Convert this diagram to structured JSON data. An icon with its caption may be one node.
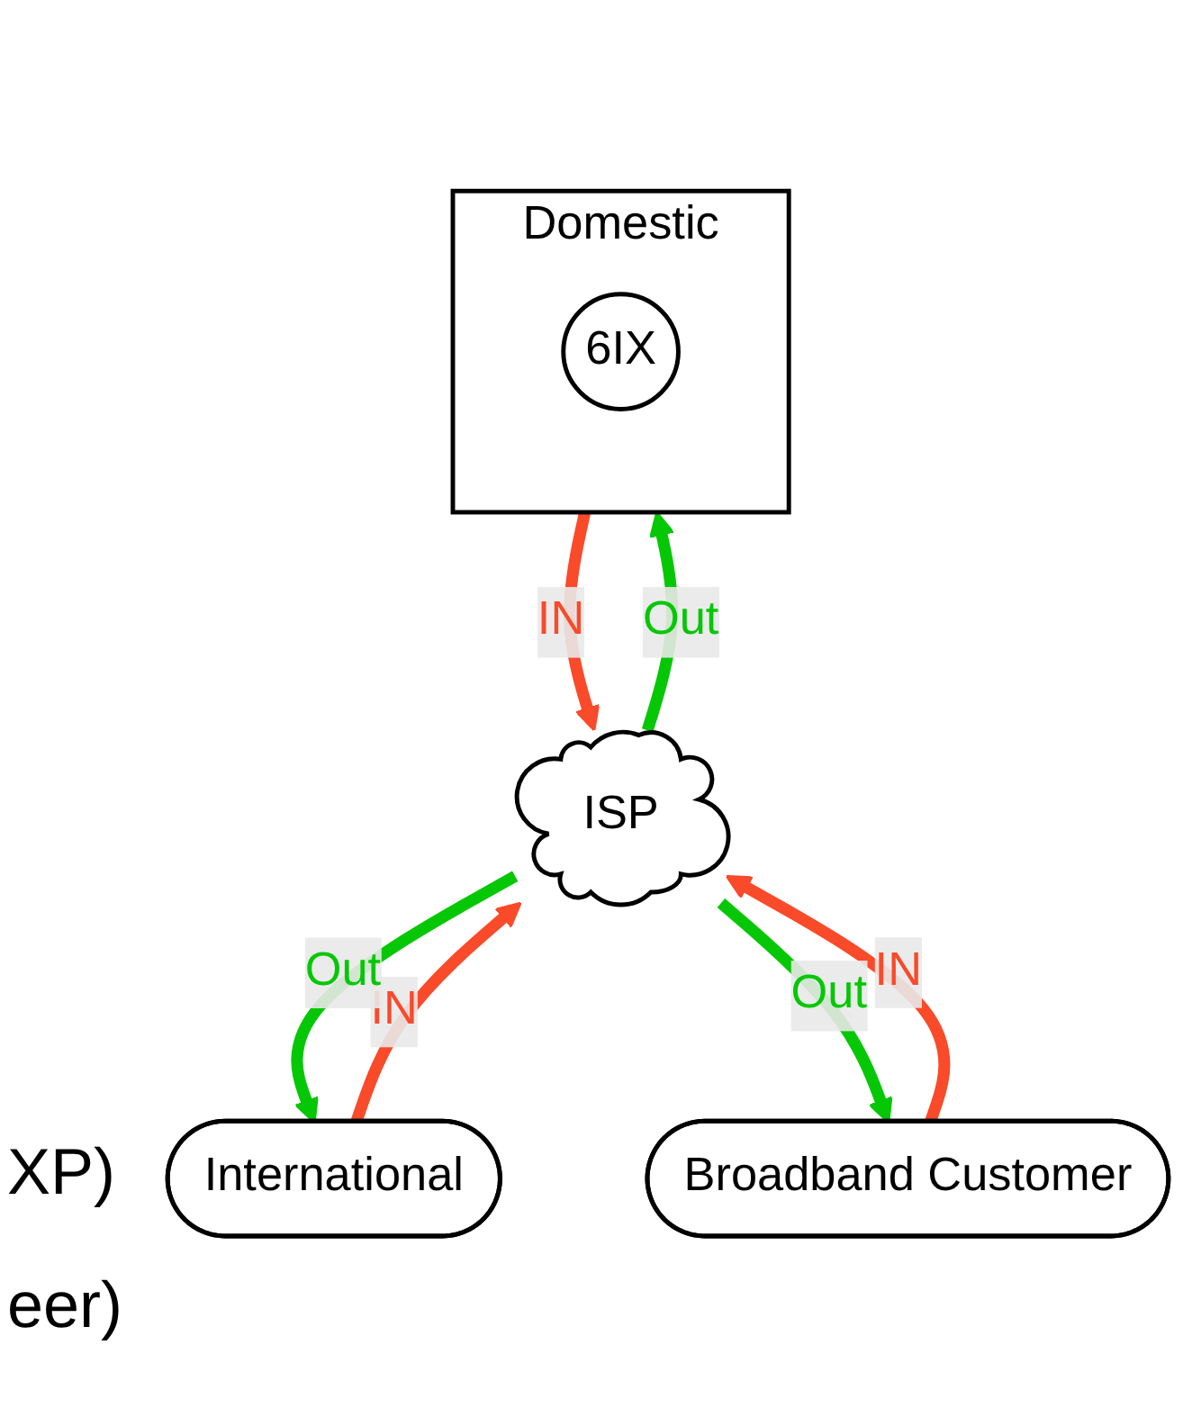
{
  "diagram": {
    "nodes": [
      {
        "text": [
          "Domestic"
        ]
      },
      {
        "text": [
          "6IX"
        ],
        "in": 0
      },
      {
        "text": [
          "International"
        ]
      },
      {
        "text": [
          "ISP"
        ]
      },
      {
        "text": [
          "Broadband Customer"
        ]
      }
    ],
    "edges": [
      {
        "from": 0,
        "to": 3,
        "arrow": "to",
        "label": "IN",
        "color": "#f94a2a"
      },
      {
        "from": 3,
        "to": 0,
        "arrow": "to",
        "label": "Out",
        "color": "#05c705"
      },
      {
        "from": 2,
        "to": 3,
        "arrow": "to",
        "label": "IN",
        "color": "#f94a2a"
      },
      {
        "from": 3,
        "to": 2,
        "arrow": "to",
        "label": "Out",
        "color": "#05c705"
      },
      {
        "from": 4,
        "to": 3,
        "arrow": "to",
        "label": "IN",
        "color": "#f94a2a"
      },
      {
        "from": 3,
        "to": 4,
        "arrow": "to",
        "label": "Out",
        "color": "#05c705"
      }
    ],
    "labels": [
      "XP)",
      "eer)"
    ]
  }
}
